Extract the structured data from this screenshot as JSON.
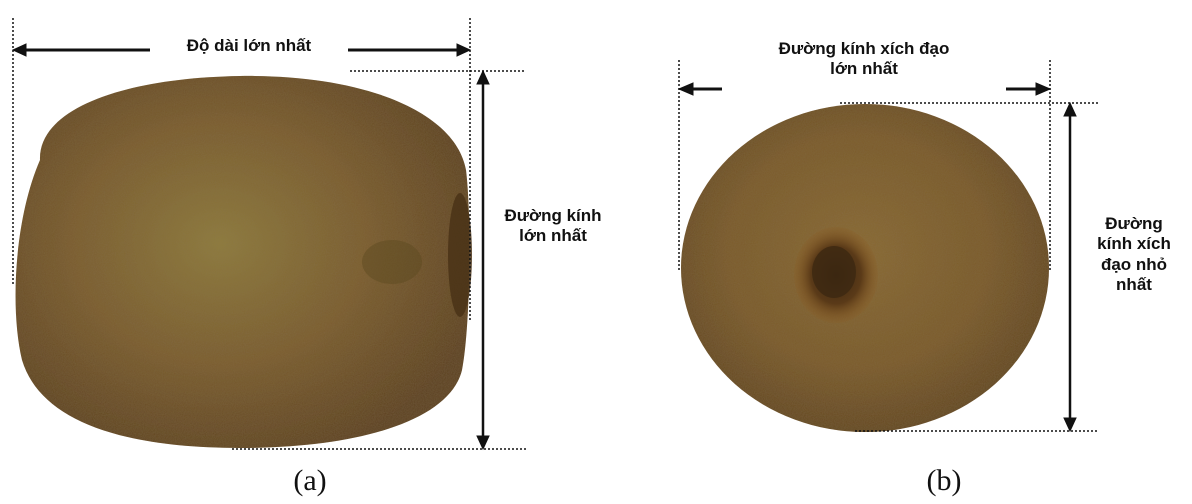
{
  "panel_a": {
    "caption": "(a)",
    "length_label": "Độ dài lớn nhất",
    "diameter_label_line1": "Đường kính",
    "diameter_label_line2": "lớn nhất"
  },
  "panel_b": {
    "caption": "(b)",
    "max_eq_label_line1": "Đường kính xích đạo",
    "max_eq_label_line2": "lớn nhất",
    "min_eq_label_line1": "Đường",
    "min_eq_label_line2": "kính xích",
    "min_eq_label_line3": "đạo nhỏ",
    "min_eq_label_line4": "nhất"
  },
  "colors": {
    "kiwi_skin": "#7a5a2c",
    "kiwi_skin_dark": "#5a3f1c",
    "kiwi_highlight": "#8c7a3a",
    "stem_scar": "#3e2a12",
    "ink": "#111111"
  }
}
